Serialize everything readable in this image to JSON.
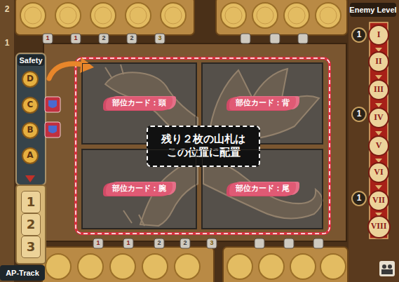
{
  "diagram": {
    "nodes": [
      {
        "text": [
          "D"
        ]
      },
      {
        "text": [
          "C"
        ]
      },
      {
        "text": [
          "B"
        ]
      },
      {
        "text": [
          "A"
        ]
      },
      {
        "text": [
          "1"
        ]
      },
      {
        "text": [
          "2"
        ]
      },
      {
        "text": [
          "3"
        ]
      },
      {
        "text": [
          "部位カード：頭"
        ]
      },
      {
        "text": [
          "部位カード：背"
        ]
      },
      {
        "text": [
          "残り２枚の山札は この位置に配置"
        ]
      },
      {
        "text": [
          "部位カード：腕"
        ]
      },
      {
        "text": [
          "部位カード：尾"
        ]
      },
      {
        "text": [
          "I"
        ]
      },
      {
        "text": [
          "II"
        ]
      },
      {
        "text": [
          "III"
        ]
      },
      {
        "text": [
          "IV"
        ]
      },
      {
        "text": [
          "V"
        ]
      },
      {
        "text": [
          "VI"
        ]
      },
      {
        "text": [
          "VII"
        ]
      },
      {
        "text": [
          "VIII"
        ]
      }
    ],
    "labels": [
      "Safety",
      "Enemy Level",
      "AP-Track",
      "1",
      "1",
      "1",
      "2",
      "1",
      "1",
      "1",
      "2",
      "2",
      "3",
      "1",
      "1",
      "2",
      "2",
      "3"
    ]
  }
}
